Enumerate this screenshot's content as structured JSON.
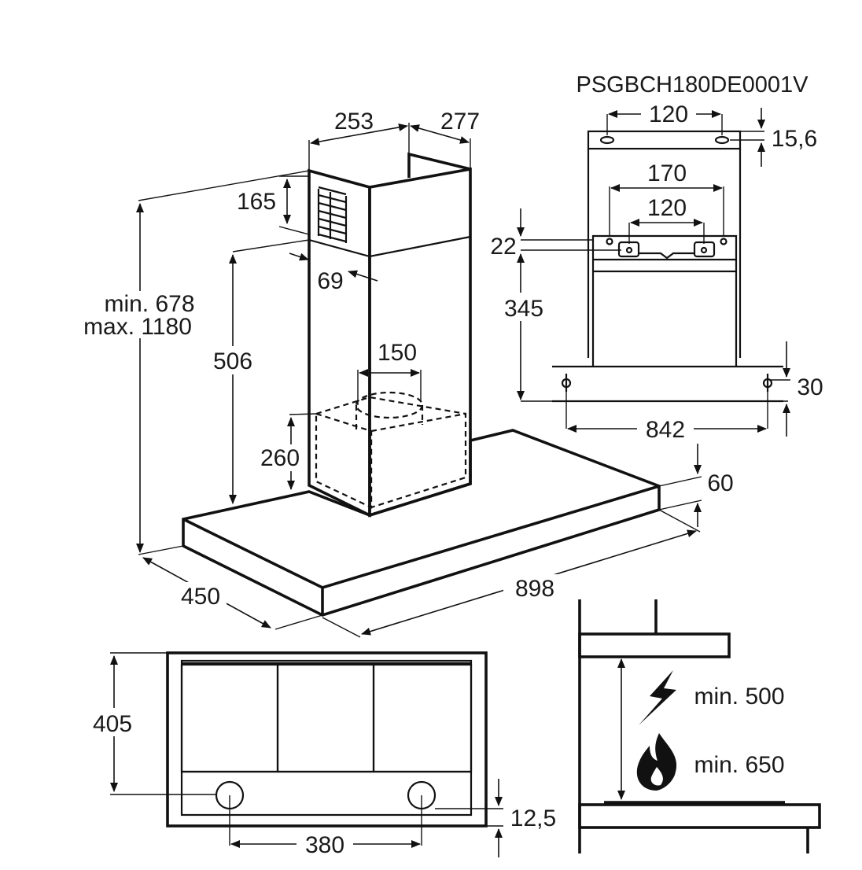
{
  "model_code": "PSGBCH180DE0001V",
  "main_view": {
    "chimney_width": "253",
    "chimney_depth": "277",
    "vent_height": "165",
    "vent_offset": "69",
    "chimney_height": "506",
    "min_height": "min. 678",
    "max_height": "max. 1180",
    "outlet_diameter": "150",
    "motor_height": "260",
    "hood_depth": "450",
    "hood_width": "898",
    "hood_thickness": "60"
  },
  "bracket_view": {
    "top_hole_spacing": "120",
    "top_offset": "15,6",
    "outer_spacing": "170",
    "inner_spacing": "120",
    "bracket_offset": "22",
    "bracket_height": "345",
    "bottom_offset": "30",
    "bottom_spacing": "842"
  },
  "bottom_view": {
    "depth": "405",
    "light_spacing": "380",
    "light_offset": "12,5"
  },
  "clearance_view": {
    "electric_min": "min. 500",
    "gas_min": "min. 650",
    "icons": [
      "lightning-icon",
      "flame-icon"
    ]
  }
}
